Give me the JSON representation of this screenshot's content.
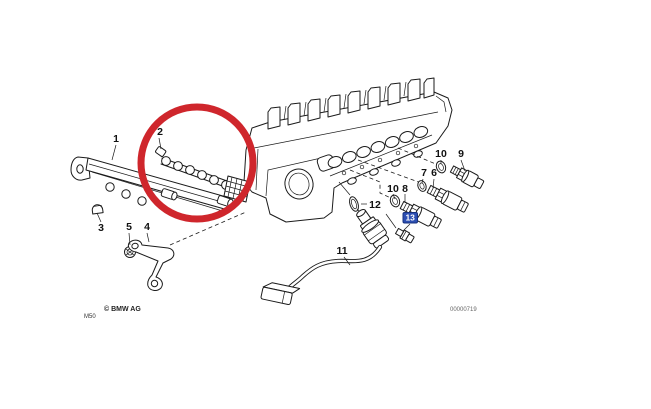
{
  "diagram": {
    "type": "exploded-parts-diagram",
    "subject": "cylinder-head-with-sensors",
    "labels": {
      "p1": "1",
      "p2": "2",
      "p3": "3",
      "p4": "4",
      "p5": "5",
      "p6": "6",
      "p7": "7",
      "p8": "8",
      "p9": "9",
      "p10_upper": "10",
      "p10_lower": "10",
      "p11": "11",
      "p12": "12",
      "p13": "13"
    },
    "selected_part": "13",
    "colors": {
      "line": "#1b1b1b",
      "highlight_circle": "#cf262c",
      "selected_badge_bg": "#2d4fb2",
      "selected_badge_border": "#16307e",
      "selected_badge_text": "#ffffff"
    },
    "footer": {
      "copyright": "© BMW AG",
      "model_code": "M50",
      "document_number": "00000719"
    }
  }
}
